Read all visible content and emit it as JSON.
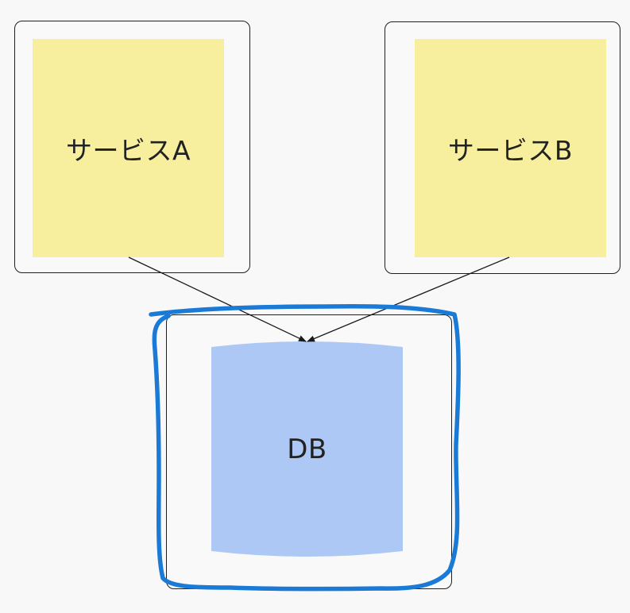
{
  "diagram": {
    "nodes": {
      "service_a": {
        "label": "サービスA",
        "fill": "#f7ef9e"
      },
      "service_b": {
        "label": "サービスB",
        "fill": "#f7ef9e"
      },
      "db": {
        "label": "DB",
        "fill": "#adc8f5"
      }
    },
    "edges": [
      {
        "from": "service_a",
        "to": "db"
      },
      {
        "from": "service_b",
        "to": "db"
      }
    ],
    "colors": {
      "background": "#f8f8f8",
      "frame_border": "#1f1f1f",
      "arrow": "#1a1a1a",
      "annotation": "#1a7ad6"
    }
  }
}
